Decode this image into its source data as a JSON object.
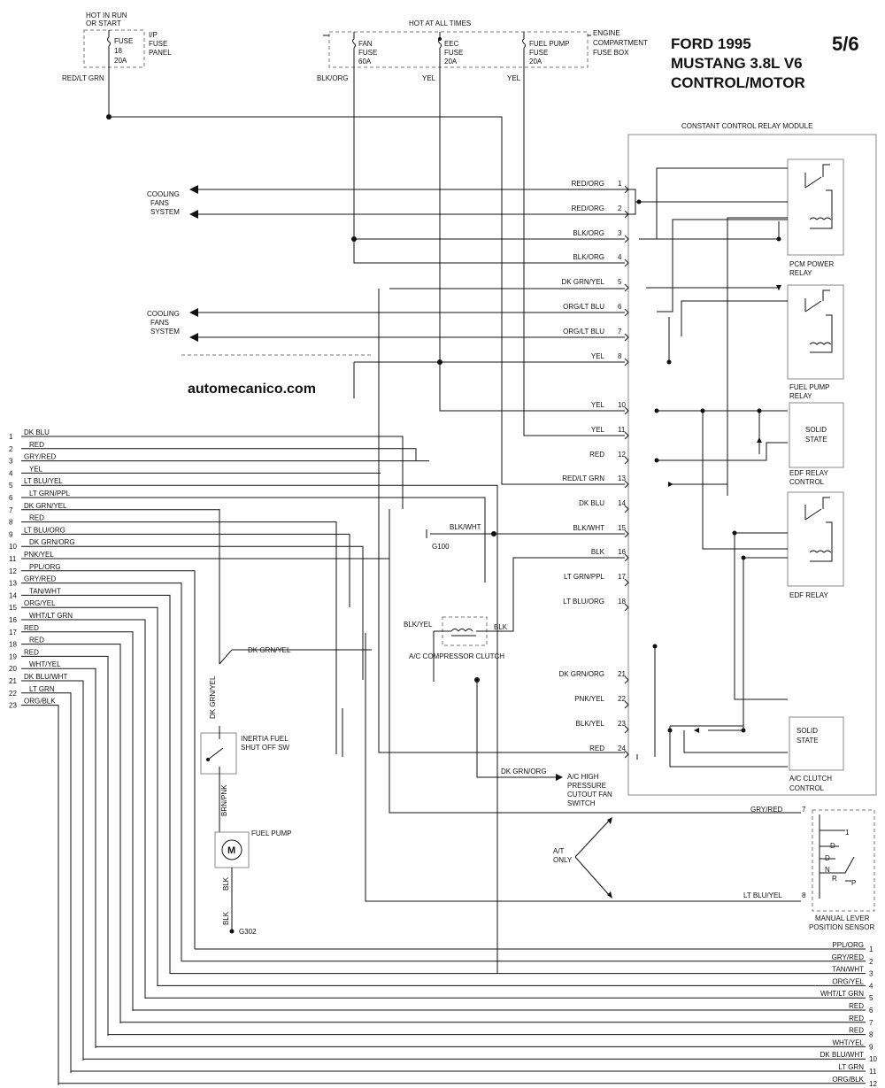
{
  "title": {
    "line1": "FORD 1995",
    "line2": "MUSTANG 3.8L  V6",
    "line3": "CONTROL/MOTOR",
    "page": "5/6"
  },
  "watermark": "automecanico.com",
  "fuse_panel": {
    "hot_label_1": "HOT IN RUN",
    "hot_label_2": "OR START",
    "fuse": [
      "FUSE",
      "18",
      "20A"
    ],
    "panel": [
      "I/P",
      "FUSE",
      "PANEL"
    ],
    "wire": "RED/LT GRN"
  },
  "fuse_box": {
    "hot_label": "HOT AT ALL TIMES",
    "label": [
      "ENGINE",
      "COMPARTMENT",
      "FUSE BOX"
    ],
    "fuses": [
      {
        "lines": [
          "FAN",
          "FUSE",
          "60A"
        ],
        "wire": "BLK/ORG"
      },
      {
        "lines": [
          "EEC",
          "FUSE",
          "20A"
        ],
        "wire": "YEL"
      },
      {
        "lines": [
          "FUEL PUMP",
          "FUSE",
          "20A"
        ],
        "wire": "YEL"
      }
    ]
  },
  "module": {
    "title": "CONSTANT CONTROL RELAY MODULE",
    "pins": [
      {
        "n": "1",
        "wire": "RED/ORG"
      },
      {
        "n": "2",
        "wire": "RED/ORG"
      },
      {
        "n": "3",
        "wire": "BLK/ORG"
      },
      {
        "n": "4",
        "wire": "BLK/ORG"
      },
      {
        "n": "5",
        "wire": "DK GRN/YEL"
      },
      {
        "n": "6",
        "wire": "ORG/LT BLU"
      },
      {
        "n": "7",
        "wire": "ORG/LT BLU"
      },
      {
        "n": "8",
        "wire": "YEL"
      },
      {
        "n": "10",
        "wire": "YEL"
      },
      {
        "n": "11",
        "wire": "YEL"
      },
      {
        "n": "12",
        "wire": "RED"
      },
      {
        "n": "13",
        "wire": "RED/LT GRN"
      },
      {
        "n": "14",
        "wire": "DK BLU"
      },
      {
        "n": "15",
        "wire": "BLK/WHT"
      },
      {
        "n": "16",
        "wire": "BLK"
      },
      {
        "n": "17",
        "wire": "LT GRN/PPL"
      },
      {
        "n": "18",
        "wire": "LT BLU/ORG"
      },
      {
        "n": "21",
        "wire": "DK GRN/ORG"
      },
      {
        "n": "22",
        "wire": "PNK/YEL"
      },
      {
        "n": "23",
        "wire": "BLK/YEL"
      },
      {
        "n": "24",
        "wire": "RED"
      }
    ],
    "pcm_relay": [
      "PCM POWER",
      "RELAY"
    ],
    "fp_relay": [
      "FUEL PUMP",
      "RELAY"
    ],
    "edf_ctrl": [
      "EDF RELAY",
      "CONTROL"
    ],
    "edf_relay": "EDF RELAY",
    "solid_state": [
      "SOLID",
      "STATE"
    ],
    "ac_ctrl": [
      "A/C CLUTCH",
      "CONTROL"
    ]
  },
  "cooling": [
    "COOLING",
    "FANS",
    "SYSTEM"
  ],
  "left_connector": [
    {
      "n": "1",
      "wire": "DK BLU"
    },
    {
      "n": "2",
      "wire": "RED"
    },
    {
      "n": "3",
      "wire": "GRY/RED"
    },
    {
      "n": "4",
      "wire": "YEL"
    },
    {
      "n": "5",
      "wire": "LT BLU/YEL"
    },
    {
      "n": "6",
      "wire": "LT GRN/PPL"
    },
    {
      "n": "7",
      "wire": "DK GRN/YEL"
    },
    {
      "n": "8",
      "wire": "RED"
    },
    {
      "n": "9",
      "wire": "LT BLU/ORG"
    },
    {
      "n": "10",
      "wire": "DK GRN/ORG"
    },
    {
      "n": "11",
      "wire": "PNK/YEL"
    },
    {
      "n": "12",
      "wire": "PPL/ORG"
    },
    {
      "n": "13",
      "wire": "GRY/RED"
    },
    {
      "n": "14",
      "wire": "TAN/WHT"
    },
    {
      "n": "15",
      "wire": "ORG/YEL"
    },
    {
      "n": "16",
      "wire": "WHT/LT GRN"
    },
    {
      "n": "17",
      "wire": "RED"
    },
    {
      "n": "18",
      "wire": "RED"
    },
    {
      "n": "19",
      "wire": "RED"
    },
    {
      "n": "20",
      "wire": "WHT/YEL"
    },
    {
      "n": "21",
      "wire": "DK BLU/WHT"
    },
    {
      "n": "22",
      "wire": "LT GRN"
    },
    {
      "n": "23",
      "wire": "ORG/BLK"
    }
  ],
  "bottom_connector": [
    {
      "n": "1",
      "wire": "PPL/ORG"
    },
    {
      "n": "2",
      "wire": "GRY/RED"
    },
    {
      "n": "3",
      "wire": "TAN/WHT"
    },
    {
      "n": "4",
      "wire": "ORG/YEL"
    },
    {
      "n": "5",
      "wire": "WHT/LT GRN"
    },
    {
      "n": "6",
      "wire": "RED"
    },
    {
      "n": "7",
      "wire": "RED"
    },
    {
      "n": "8",
      "wire": "RED"
    },
    {
      "n": "9",
      "wire": "WHT/YEL"
    },
    {
      "n": "10",
      "wire": "DK BLU/WHT"
    },
    {
      "n": "11",
      "wire": "LT GRN"
    },
    {
      "n": "12",
      "wire": "ORG/BLK"
    }
  ],
  "ground_g100": {
    "wire": "BLK/WHT",
    "label": "G100"
  },
  "ac_clutch": {
    "label": "A/C COMPRESSOR CLUTCH",
    "wire_l": "BLK/YEL",
    "wire_r": "BLK"
  },
  "inertia": {
    "wire_top": "DK GRN/YEL",
    "wire_top_v": "DK GRN/YEL",
    "label": [
      "INERTIA FUEL",
      "SHUT OFF SW"
    ],
    "wire_bot": "BRN/PNK"
  },
  "fuel_pump": {
    "label": "FUEL PUMP",
    "symbol": "M",
    "wire1": "BLK",
    "wire2": "BLK",
    "ground": "G302"
  },
  "ac_high": {
    "wire": "DK GRN/ORG",
    "label": [
      "A/C HIGH",
      "PRESSURE",
      "CUTOUT FAN",
      "SWITCH"
    ]
  },
  "mlps": {
    "pin7": "7",
    "wire7": "GRY/RED",
    "pin8": "8",
    "wire8": "LT BLU/YEL",
    "label": [
      "MANUAL LEVER",
      "POSITION SENSOR"
    ],
    "at_only": [
      "A/T",
      "ONLY"
    ],
    "gears": [
      "1",
      "D",
      "D",
      "R",
      "N",
      "P"
    ]
  }
}
